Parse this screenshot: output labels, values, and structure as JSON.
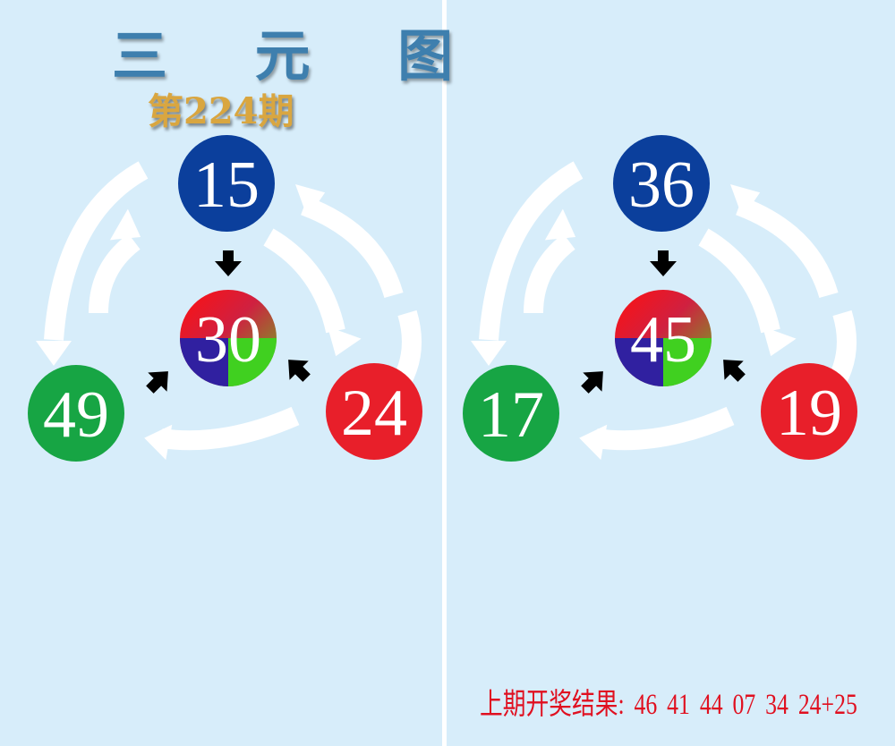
{
  "header": {
    "title": "三 元 图",
    "issue": "第224期"
  },
  "panels": [
    {
      "top": "15",
      "center": "30",
      "left": "49",
      "right": "24"
    },
    {
      "top": "36",
      "center": "45",
      "left": "17",
      "right": "19"
    }
  ],
  "footer": {
    "label": "上期开奖结果:",
    "numbers": [
      "46",
      "41",
      "44",
      "07",
      "34",
      "24+25"
    ]
  },
  "colors": {
    "background": "#d7edfa",
    "top_ball": "#0b3f9c",
    "left_ball": "#17a544",
    "right_ball": "#e81f2a",
    "result_text": "#e01020"
  }
}
